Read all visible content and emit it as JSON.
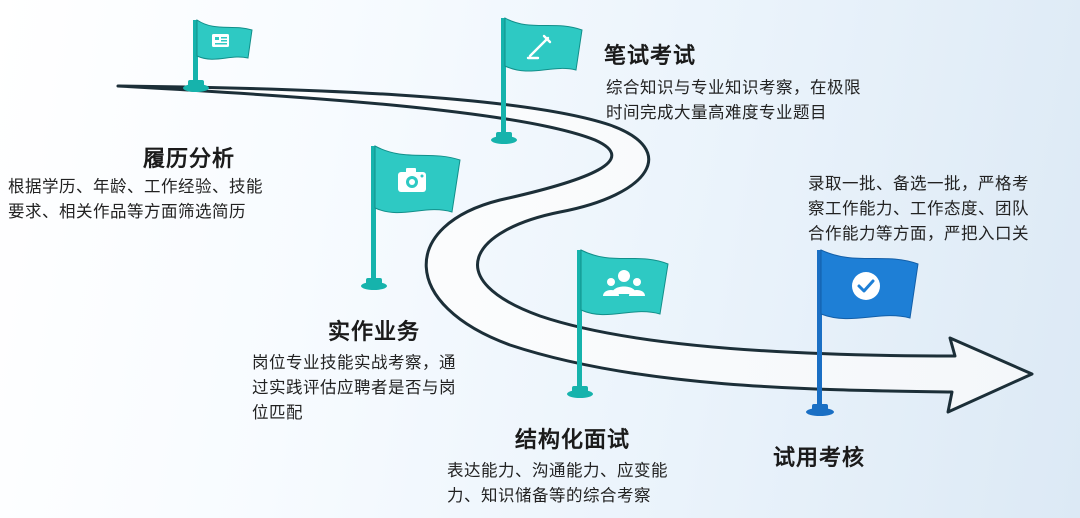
{
  "stages": [
    {
      "title": "履历分析",
      "icon": "resume-icon",
      "desc": [
        "根据学历、年龄、工作经验、技能",
        "要求、相关作品等方面筛选简历"
      ]
    },
    {
      "title": "笔试考试",
      "icon": "pencil-icon",
      "desc": [
        "综合知识与专业知识考察，在极限",
        "时间完成大量高难度专业题目"
      ]
    },
    {
      "title": "实作业务",
      "icon": "camera-icon",
      "desc": [
        "岗位专业技能实战考察，通",
        "过实践评估应聘者是否与岗",
        "位匹配"
      ]
    },
    {
      "title": "结构化面试",
      "icon": "interview-people-icon",
      "desc": [
        "表达能力、沟通能力、应变能",
        "力、知识储备等的综合考察"
      ]
    },
    {
      "title": "试用考核",
      "icon": "check-circle-icon",
      "desc": [
        "录取一批、备选一批，严格考",
        "察工作能力、工作态度、团队",
        "合作能力等方面，严把入口关"
      ]
    }
  ],
  "colors": {
    "flag_teal": "#2ec9c3",
    "flag_blue": "#1e7fd6",
    "pole_teal": "#16b3ac",
    "pole_blue": "#1a6fc4",
    "road_outline": "#1c2f38"
  }
}
